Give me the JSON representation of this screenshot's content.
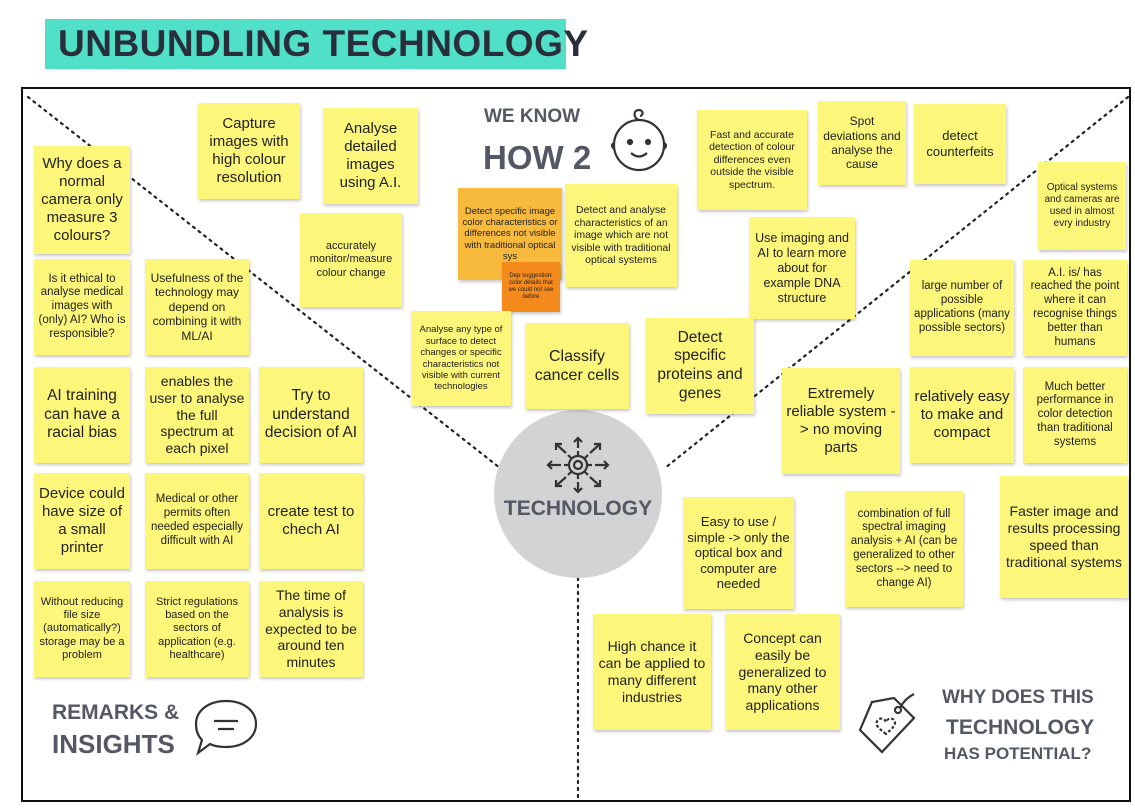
{
  "title": "UNBUNDLING TECHNOLOGY",
  "sections": {
    "top": {
      "line1": "WE KNOW",
      "line2": "HOW 2"
    },
    "left": {
      "line1": "REMARKS &",
      "line2": "INSIGHTS"
    },
    "right": {
      "line1": "WHY DOES THIS",
      "line2": "TECHNOLOGY",
      "line3": "HAS POTENTIAL?"
    },
    "center": "TECHNOLOGY"
  },
  "icons": {
    "baby": "baby-face-icon",
    "hub": "gear-arrows-icon",
    "remarks": "speech-bubble-icon",
    "potential": "price-tag-heart-icon"
  },
  "colors": {
    "title_band": "#4fe0c7",
    "sticky": "#fcf67a",
    "sticky_orange": "#f8ba3c",
    "sticky_deep_orange": "#f48a1c",
    "hub_circle": "#d3d3d3",
    "heading_text": "#535864"
  },
  "notes": {
    "capture_images": "Capture images with high colour resolution",
    "analyse_detailed": "Analyse detailed images using A.I.",
    "accurately_monitor": "accurately monitor/measure colour change",
    "detect_specific_color": "Detect specific image color characteristics or differences not visible with traditional optical sys",
    "dep_suggestion": "Dep suggestion: color details that we could not see before",
    "detect_analyse_characteristics": "Detect and analyse characteristics of an image which are not visible with traditional optical systems",
    "fast_accurate": "Fast and accurate detection of colour differences even outside the visible spectrum.",
    "spot_deviations": "Spot deviations and analyse the cause",
    "detect_counterfeits": "detect counterfeits",
    "use_imaging_dna": "Use imaging and AI to learn more about for example DNA structure",
    "analyse_any_surface": "Analyse any type of surface to detect changes or specific characteristics not visible with current technologies",
    "classify_cancer": "Classify cancer cells",
    "detect_proteins": "Detect specific proteins and genes",
    "why_three_colours": "Why does a normal camera only measure 3 colours?",
    "ethical_medical": "Is it ethical to analyse medical images with (only) AI? Who is responsible?",
    "usefulness_ml": "Usefulness of the technology may depend on combining it with ML/AI",
    "racial_bias": "AI training can have a racial bias",
    "full_spectrum": "enables the user to analyse the full spectrum at each pixel",
    "understand_ai": "Try to understand decision of AI",
    "device_printer": "Device could have size of a small printer",
    "medical_permits": "Medical or other permits often needed especially difficult with AI",
    "create_test": "create test to chech AI",
    "file_size": "Without reducing file size (automatically?) storage may be a problem",
    "strict_regulations": "Strict regulations based on the sectors of application (e.g. healthcare)",
    "time_of_analysis": "The time of analysis is expected to be around ten minutes",
    "optical_every_industry": "Optical systems and cameras are used in almost evry industry",
    "large_number_applications": "large number of possible applications (many possible sectors)",
    "ai_better_humans": "A.I. is/ has reached the point where it can recognise things better than humans",
    "extremely_reliable": "Extremely reliable system -> no moving parts",
    "easy_compact": "relatively easy to make and compact",
    "better_performance": "Much better performance in color detection than traditional systems",
    "easy_to_use": "Easy to use / simple -> only the optical box and computer are needed",
    "combination_full_spectral": "combination of full spectral imaging analysis + AI (can be generalized to other sectors --> need to change AI)",
    "faster_processing": "Faster image and results processing speed than traditional systems",
    "high_chance": "High chance it can be applied to many different industries",
    "concept_generalized": "Concept can easily be generalized to many other applications"
  }
}
